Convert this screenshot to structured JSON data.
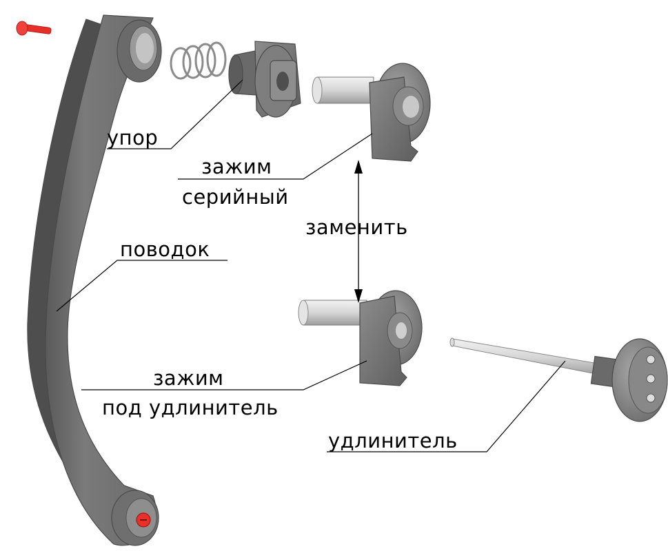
{
  "labels": {
    "stop": "упор",
    "clamp_serial_line1": "зажим",
    "clamp_serial_line2": "серийный",
    "replace": "заменить",
    "lever": "поводок",
    "clamp_ext_line1": "зажим",
    "clamp_ext_line2": "под удлинитель",
    "extender": "удлинитель"
  },
  "colors": {
    "part_dark": "#6e6e6e",
    "part_mid": "#8a8a8a",
    "part_light": "#b5b5b5",
    "pin_light": "#d8d8d8",
    "screw_red": "#e8302a"
  }
}
